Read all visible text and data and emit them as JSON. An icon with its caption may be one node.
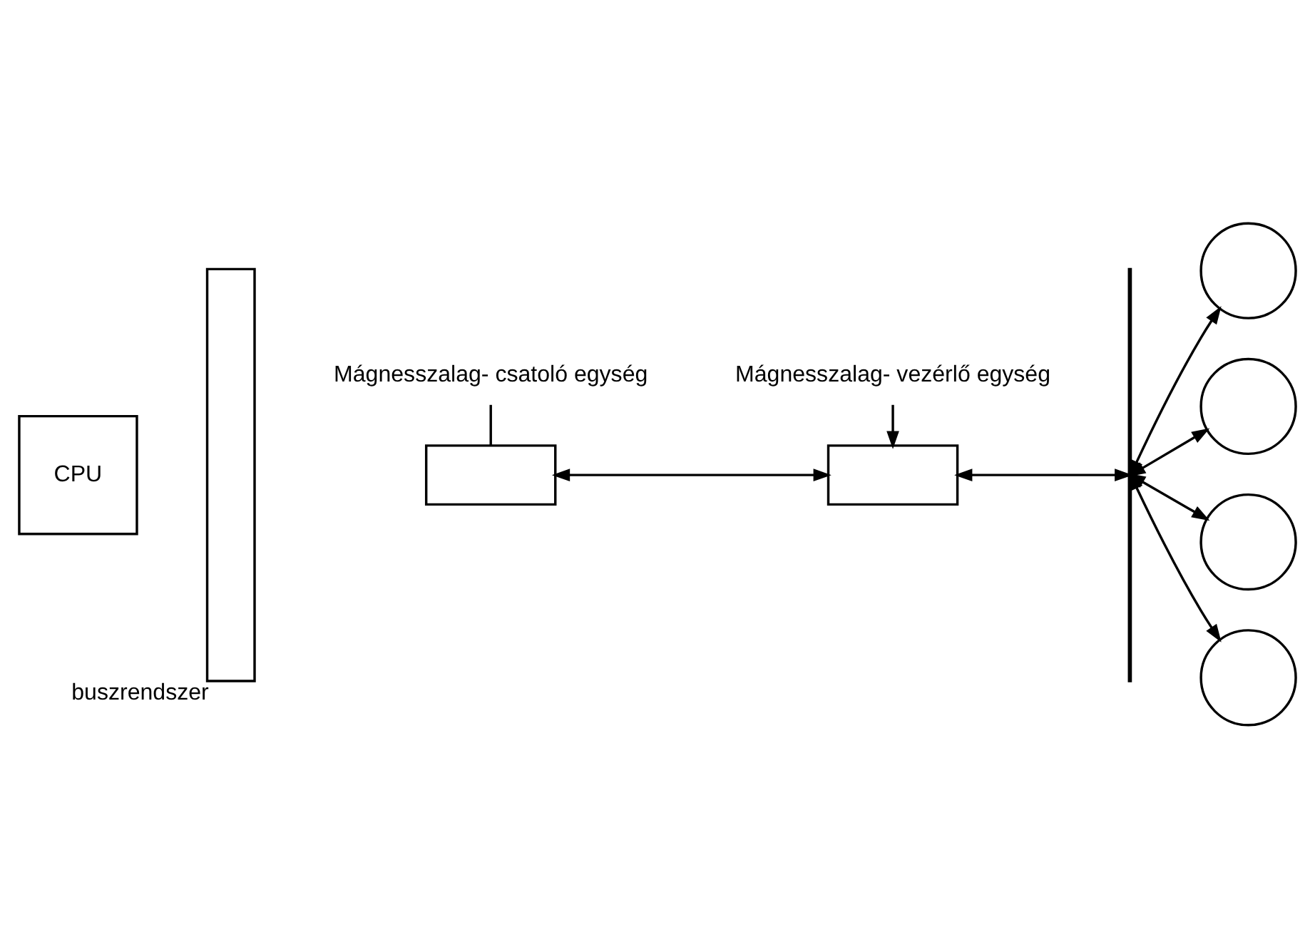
{
  "diagram": {
    "nodes": [
      {
        "text": [
          "Mágnesszalag- csatoló egység"
        ]
      },
      {
        "text": [
          "CPU"
        ]
      },
      {
        "text": [
          "buszrendszer"
        ]
      },
      {
        "text": [],
        "shape": "box"
      },
      {
        "text": [],
        "shape": "box"
      },
      {
        "text": [
          "Mágnesszalag- vezérlő egység"
        ]
      },
      {
        "text": [],
        "shape": "bar"
      },
      {
        "text": [],
        "shape": "circle"
      },
      {
        "text": [],
        "shape": "circle"
      },
      {
        "text": [],
        "shape": "circle"
      },
      {
        "text": [],
        "shape": "circle"
      }
    ],
    "edges": [
      {
        "from": 0,
        "to": 3,
        "arrow": "none"
      },
      {
        "from": 3,
        "to": 4,
        "arrow": "both"
      },
      {
        "from": 5,
        "to": 4,
        "arrow": "to"
      },
      {
        "from": 4,
        "to": 6,
        "arrow": "both"
      },
      {
        "from": 6,
        "to": 7,
        "arrow": "both"
      },
      {
        "from": 6,
        "to": 8,
        "arrow": "both"
      },
      {
        "from": 6,
        "to": 9,
        "arrow": "both"
      },
      {
        "from": 6,
        "to": 10,
        "arrow": "both"
      }
    ]
  }
}
